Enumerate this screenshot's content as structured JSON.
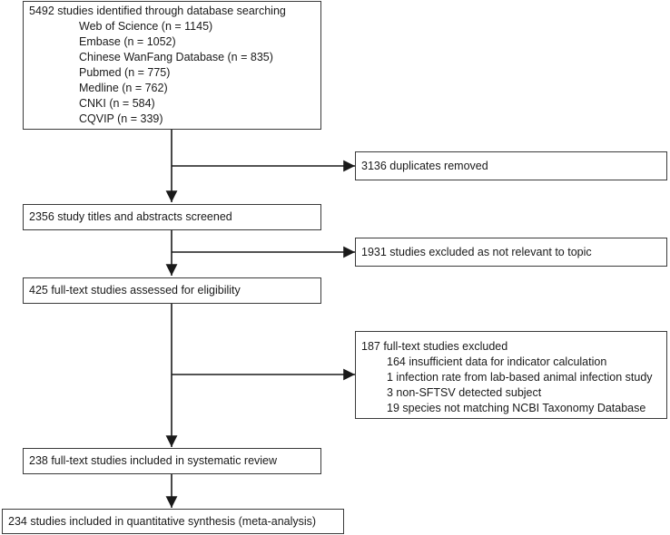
{
  "identified": {
    "title": "5492 studies identified through database searching",
    "sources": [
      "Web of Science (n = 1145)",
      "Embase (n  = 1052)",
      "Chinese WanFang Database (n = 835)",
      "Pubmed (n = 775)",
      "Medline (n = 762)",
      "CNKI (n = 584)",
      "CQVIP (n = 339)"
    ]
  },
  "duplicates": "3136 duplicates removed",
  "screened": "2356 study titles and abstracts screened",
  "excluded_topic": "1931 studies excluded as not relevant to topic",
  "assessed": "425 full-text studies assessed for eligibility",
  "excluded_fulltext": {
    "title": "187 full-text studies excluded",
    "reasons": [
      "164 insufficient data for indicator calculation",
      "1 infection rate from lab-based animal infection study",
      "3 non-SFTSV detected subject",
      "19 species not matching NCBI Taxonomy Database"
    ]
  },
  "included_review": "238 full-text studies included in systematic review",
  "included_meta": "234 studies included in quantitative synthesis (meta-analysis)",
  "colors": {
    "line": "#1a1a1a",
    "border": "#3a3a3a"
  }
}
